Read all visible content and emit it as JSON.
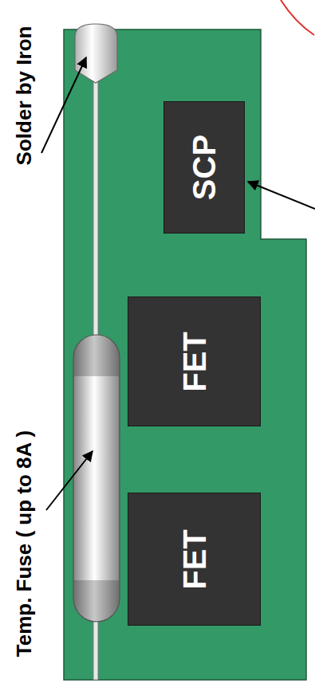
{
  "diagram": {
    "nodes": [
      {
        "text": [
          "SCP"
        ]
      },
      {
        "text": [
          "FET"
        ]
      },
      {
        "text": [
          "FET"
        ]
      }
    ],
    "labels": [
      "Solder by Iron",
      "Temp. Fuse ( up to 8A )"
    ]
  }
}
